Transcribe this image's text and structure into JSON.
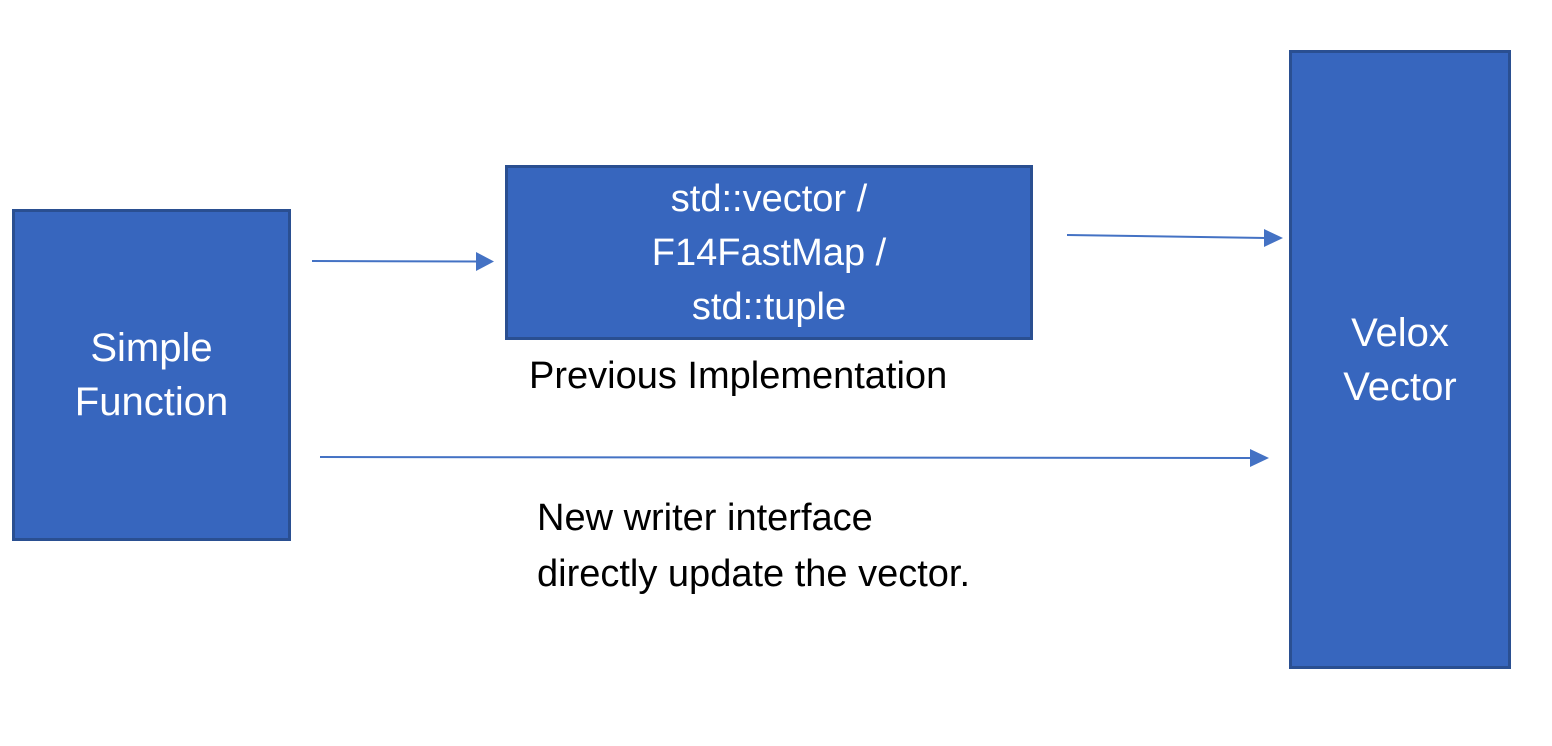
{
  "diagram": {
    "simple_function": {
      "lines": [
        "Simple",
        "Function"
      ]
    },
    "container_box": {
      "lines": [
        "std::vector /",
        "F14FastMap /",
        "std::tuple"
      ]
    },
    "velox_vector": {
      "lines": [
        "Velox",
        "Vector"
      ]
    },
    "previous_caption": "Previous Implementation",
    "new_caption": {
      "lines": [
        "New writer interface",
        "directly update the vector."
      ]
    },
    "colors": {
      "box_fill": "#3766BE",
      "box_border": "#2A4F91",
      "box_text": "#FFFFFF",
      "arrow": "#4472C4",
      "caption_text": "#000000"
    }
  }
}
